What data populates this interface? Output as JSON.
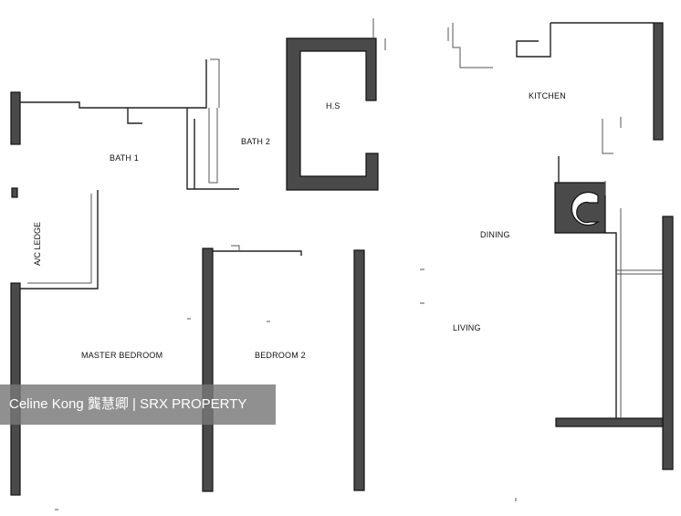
{
  "rooms": {
    "hs": "H.S",
    "kitchen": "KITCHEN",
    "bath1": "BATH 1",
    "bath2": "BATH 2",
    "ac_ledge": "A/C LEDGE",
    "dining": "DINING",
    "living": "LIVING",
    "master_bedroom": "MASTER BEDROOM",
    "bedroom2": "BEDROOM 2"
  },
  "watermark": {
    "text": "Celine Kong 龔慧卿 | SRX PROPERTY"
  }
}
